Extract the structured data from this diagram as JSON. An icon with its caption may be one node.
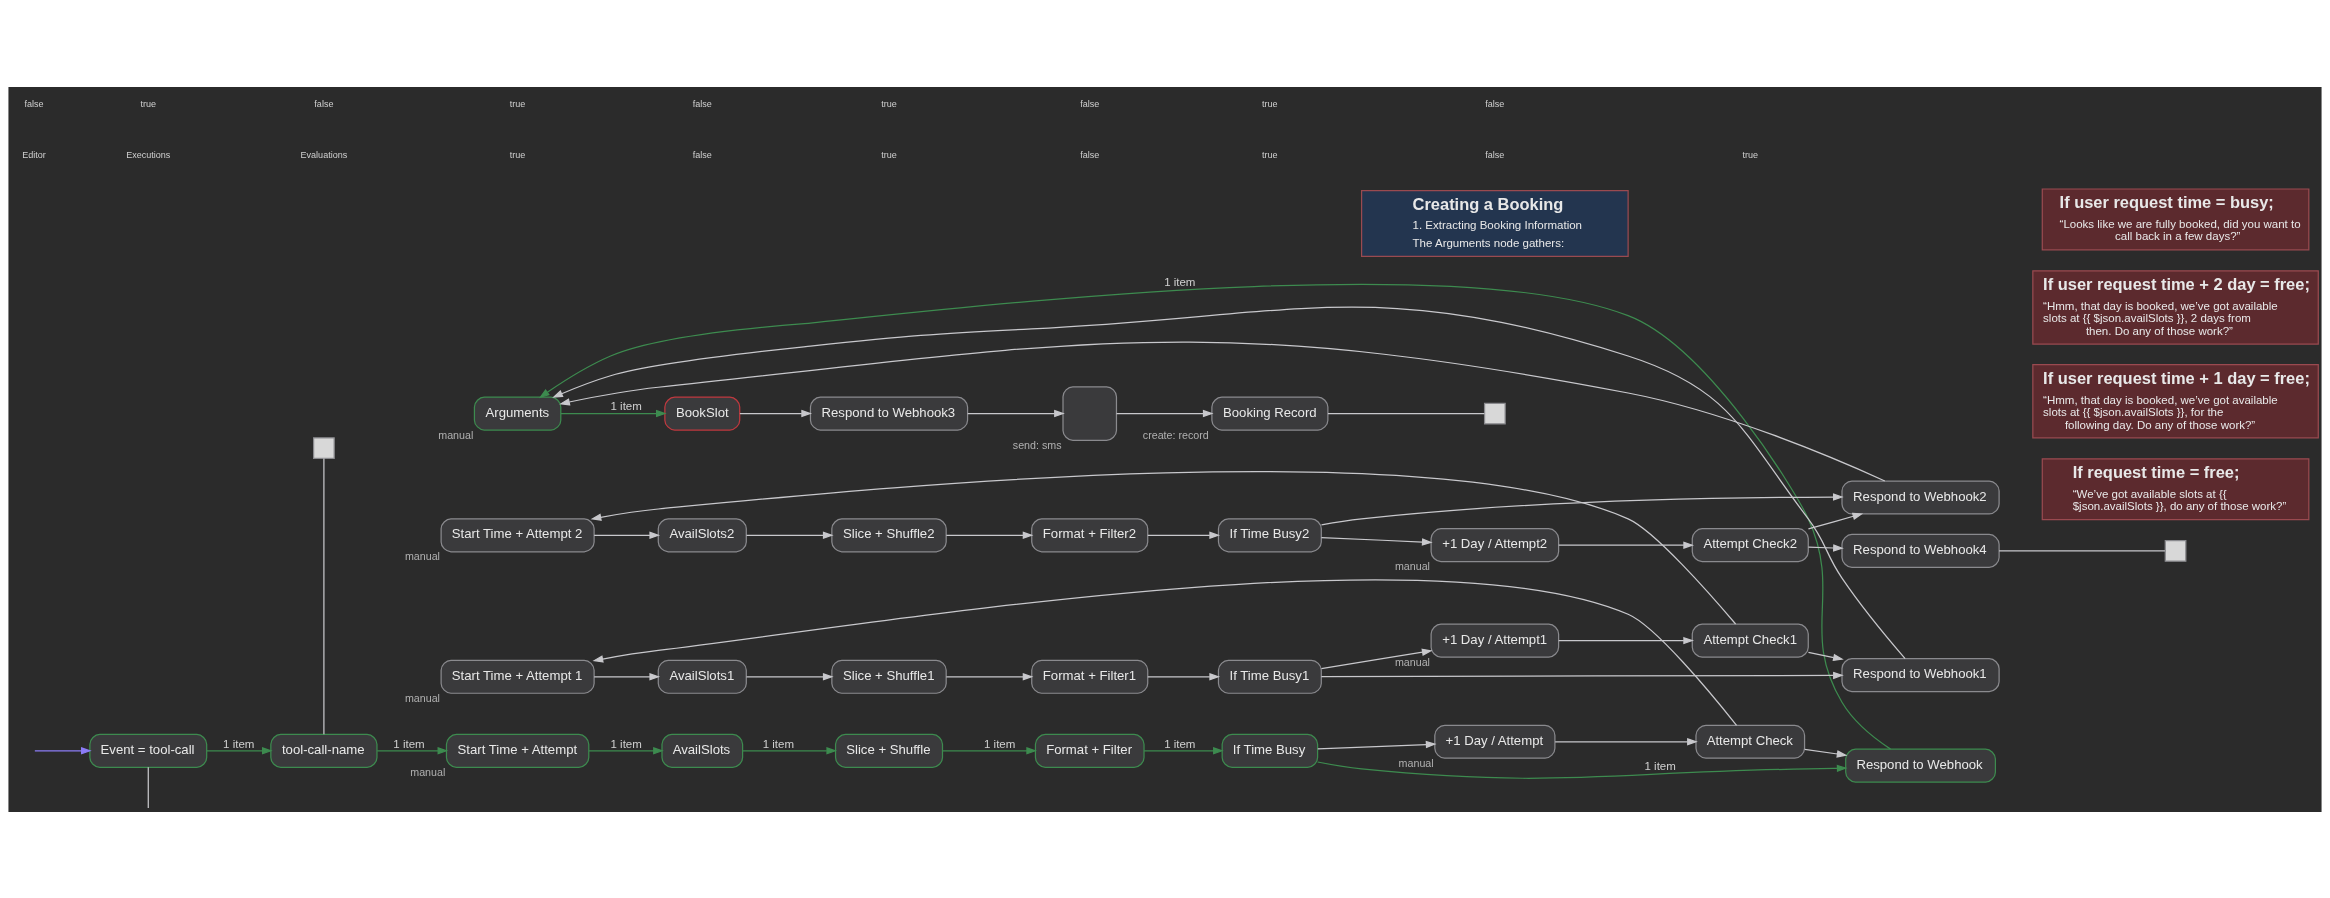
{
  "diagram": {
    "nodes": [
      {
        "text": [
          "Event = tool-call"
        ]
      },
      {
        "text": [
          "tool-call-name"
        ]
      },
      {
        "text": [],
        "shape": "box"
      },
      {
        "text": [
          "Start Time + Attempt"
        ],
        "beside": [
          "manual"
        ]
      },
      {
        "text": [
          "AvailSlots"
        ]
      },
      {
        "text": [
          "Slice + Shuffle"
        ]
      },
      {
        "text": [
          "Format + Filter"
        ]
      },
      {
        "text": [
          "If Time Busy"
        ]
      },
      {
        "text": [
          "+1 Day / Attempt"
        ],
        "beside": [
          "manual"
        ]
      },
      {
        "text": [
          "Attempt Check"
        ]
      },
      {
        "text": [
          "Respond to Webhook"
        ]
      },
      {
        "text": [
          "Start Time + Attempt 1"
        ],
        "beside": [
          "manual"
        ]
      },
      {
        "text": [
          "AvailSlots1"
        ]
      },
      {
        "text": [
          "Slice + Shuffle1"
        ]
      },
      {
        "text": [
          "Format + Filter1"
        ]
      },
      {
        "text": [
          "If Time Busy1"
        ]
      },
      {
        "text": [
          "+1 Day / Attempt1"
        ],
        "beside": [
          "manual"
        ]
      },
      {
        "text": [
          "Attempt Check1"
        ]
      },
      {
        "text": [
          "Respond to Webhook1"
        ]
      },
      {
        "text": [
          "Start Time + Attempt 2"
        ],
        "beside": [
          "manual"
        ]
      },
      {
        "text": [
          "AvailSlots2"
        ]
      },
      {
        "text": [
          "Slice + Shuffle2"
        ]
      },
      {
        "text": [
          "Format + Filter2"
        ]
      },
      {
        "text": [
          "If Time Busy2"
        ]
      },
      {
        "text": [
          "+1 Day / Attempt2"
        ],
        "beside": [
          "manual"
        ]
      },
      {
        "text": [
          "Attempt Check2"
        ]
      },
      {
        "text": [
          "Respond to Webhook2"
        ]
      },
      {
        "text": [
          "Respond to Webhook4"
        ]
      },
      {
        "text": [],
        "shape": "box"
      },
      {
        "text": [
          "Arguments"
        ],
        "beside": [
          "manual"
        ]
      },
      {
        "text": [
          "BookSlot"
        ]
      },
      {
        "text": [
          "Respond to Webhook3"
        ]
      },
      {
        "text": [],
        "shape": "box",
        "beside": [
          "send: sms"
        ]
      },
      {
        "text": [
          "Booking Record"
        ],
        "beside": [
          "create: record"
        ]
      },
      {
        "text": [],
        "shape": "box"
      },
      {
        "text": [
          "If request time = free;",
          "“We’ve got available slots at {{ $json.availSlots }}, do any of those work?”"
        ]
      },
      {
        "text": [
          "If user request time + 1 day = free;",
          "“Hmm, that day is booked, we’ve got available slots at {{ $json.availSlots }}, for the following day. Do any of those work?”"
        ]
      },
      {
        "text": [
          "If user request time + 2 day = free;",
          "“Hmm, that day is booked, we’ve got available slots at {{ $json.availSlots }}, 2 days from then. Do any of those work?”"
        ]
      },
      {
        "text": [
          "If user request time = busy;",
          "“Looks like we are fully booked, did you want to call back in a few days?”"
        ]
      },
      {
        "text": [
          "Creating a Booking",
          "1. Extracting Booking Information",
          "The Arguments node gathers:"
        ]
      }
    ],
    "edges": [
      {
        "from": null,
        "to": 0,
        "arrow": "to",
        "color": "#8b7cf6"
      },
      {
        "from": 0,
        "to": 1,
        "arrow": "to",
        "label": "1 item",
        "color": "#3d8b4f"
      },
      {
        "from": 0,
        "to": null,
        "arrow": "none"
      },
      {
        "from": 1,
        "to": 3,
        "arrow": "to",
        "label": "1 item",
        "color": "#3d8b4f"
      },
      {
        "from": 1,
        "to": 2,
        "arrow": "none"
      },
      {
        "from": 3,
        "to": 4,
        "arrow": "to",
        "label": "1 item",
        "color": "#3d8b4f"
      },
      {
        "from": 4,
        "to": 5,
        "arrow": "to",
        "label": "1 item",
        "color": "#3d8b4f"
      },
      {
        "from": 5,
        "to": 6,
        "arrow": "to",
        "label": "1 item",
        "color": "#3d8b4f"
      },
      {
        "from": 6,
        "to": 7,
        "arrow": "to",
        "label": "1 item",
        "color": "#3d8b4f"
      },
      {
        "from": 7,
        "to": 8,
        "arrow": "to"
      },
      {
        "from": 7,
        "to": 10,
        "arrow": "to",
        "label": "1 item",
        "color": "#3d8b4f"
      },
      {
        "from": 8,
        "to": 9,
        "arrow": "to"
      },
      {
        "from": 9,
        "to": 11,
        "arrow": "to"
      },
      {
        "from": 9,
        "to": 10,
        "arrow": "to"
      },
      {
        "from": 10,
        "to": 29,
        "arrow": "to",
        "label": "1 item",
        "color": "#3d8b4f"
      },
      {
        "from": 11,
        "to": 12,
        "arrow": "to"
      },
      {
        "from": 12,
        "to": 13,
        "arrow": "to"
      },
      {
        "from": 13,
        "to": 14,
        "arrow": "to"
      },
      {
        "from": 14,
        "to": 15,
        "arrow": "to"
      },
      {
        "from": 15,
        "to": 16,
        "arrow": "to"
      },
      {
        "from": 15,
        "to": 18,
        "arrow": "to"
      },
      {
        "from": 16,
        "to": 17,
        "arrow": "to"
      },
      {
        "from": 17,
        "to": 19,
        "arrow": "to"
      },
      {
        "from": 17,
        "to": 18,
        "arrow": "to"
      },
      {
        "from": 18,
        "to": 29,
        "arrow": "to"
      },
      {
        "from": 19,
        "to": 20,
        "arrow": "to"
      },
      {
        "from": 20,
        "to": 21,
        "arrow": "to"
      },
      {
        "from": 21,
        "to": 22,
        "arrow": "to"
      },
      {
        "from": 22,
        "to": 23,
        "arrow": "to"
      },
      {
        "from": 23,
        "to": 24,
        "arrow": "to"
      },
      {
        "from": 23,
        "to": 26,
        "arrow": "to"
      },
      {
        "from": 24,
        "to": 25,
        "arrow": "to"
      },
      {
        "from": 25,
        "to": 27,
        "arrow": "to"
      },
      {
        "from": 25,
        "to": 26,
        "arrow": "to"
      },
      {
        "from": 26,
        "to": 29,
        "arrow": "to"
      },
      {
        "from": 27,
        "to": 28,
        "arrow": "none"
      },
      {
        "from": 29,
        "to": 30,
        "arrow": "to",
        "label": "1 item",
        "color": "#3d8b4f"
      },
      {
        "from": 30,
        "to": 31,
        "arrow": "to"
      },
      {
        "from": 31,
        "to": 32,
        "arrow": "to"
      },
      {
        "from": 32,
        "to": 33,
        "arrow": "to"
      },
      {
        "from": 33,
        "to": 34,
        "arrow": "none"
      }
    ],
    "labels": [
      "Editor",
      "Executions",
      "Evaluations",
      "true",
      "false",
      "true",
      "false",
      "true",
      "false",
      "true",
      "false",
      "true",
      "false",
      "true",
      "false",
      "true",
      "false",
      "true",
      "false"
    ]
  }
}
